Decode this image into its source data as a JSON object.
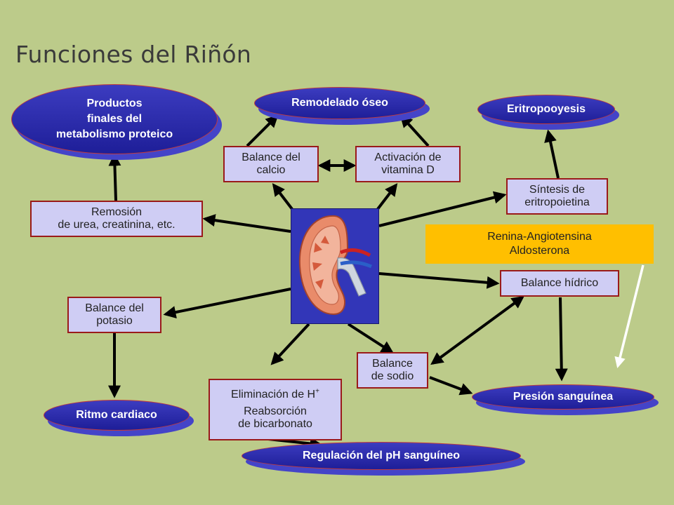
{
  "title": "Funciones del Riñón",
  "nodes": {
    "productos": [
      "Productos",
      "finales del",
      "metabolismo proteico"
    ],
    "remodelado": "Remodelado óseo",
    "eritropooyesis": "Eritropooyesis",
    "balance_calcio": [
      "Balance del",
      "calcio"
    ],
    "activacion_vit_d": [
      "Activación de",
      "vitamina D"
    ],
    "sintesis_epo": [
      "Síntesis de",
      "eritropoietina"
    ],
    "remosion": [
      "Remosión",
      "de urea, creatinina, etc."
    ],
    "renina": [
      "Renina-Angiotensina",
      "Aldosterona"
    ],
    "balance_hidrico": "Balance hídrico",
    "balance_potasio": [
      "Balance del",
      "potasio"
    ],
    "balance_sodio": [
      "Balance",
      "de sodio"
    ],
    "eliminacion_h": "Eliminación de H",
    "eliminacion_h_sup": "+",
    "reabsorcion": [
      "Reabsorción",
      "de bicarbonato"
    ],
    "ritmo_cardiaco": "Ritmo cardiaco",
    "presion": "Presión sanguínea",
    "regulacion_ph": "Regulación del pH sanguíneo"
  },
  "icons": {
    "kidney": "kidney-icon"
  },
  "colors": {
    "background": "#bccb8a",
    "box_fill": "#cfcdf4",
    "box_border": "#9a1a1a",
    "ellipse_fill": "#2a2ab0",
    "highlight": "#ffbf00"
  }
}
